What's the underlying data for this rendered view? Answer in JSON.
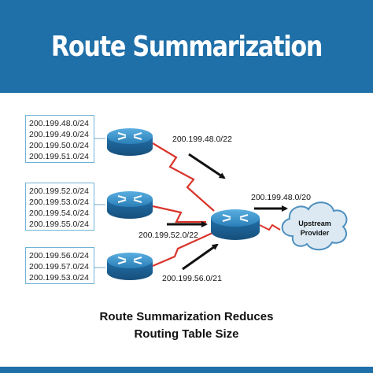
{
  "title": "Route Summarization",
  "route_groups": [
    {
      "routes": [
        "200.199.48.0/24",
        "200.199.49.0/24",
        "200.199.50.0/24",
        "200.199.51.0/24"
      ]
    },
    {
      "routes": [
        "200.199.52.0/24",
        "200.199.53.0/24",
        "200.199.54.0/24",
        "200.199.55.0/24"
      ]
    },
    {
      "routes": [
        "200.199.56.0/24",
        "200.199.57.0/24",
        "200.199.53.0/24"
      ]
    }
  ],
  "summary_labels": {
    "top": "200.199.48.0/22",
    "middle": "200.199.52.0/22",
    "bottom": "200.199.56.0/21",
    "upstream": "200.199.48.0/20"
  },
  "cloud": {
    "line1": "Upstream",
    "line2": "Provider"
  },
  "caption": {
    "line1": "Route Summarization Reduces",
    "line2": "Routing Table Size"
  },
  "colors": {
    "brand": "#1f6fa8",
    "link": "#d9342b",
    "router": "#2a7fb8",
    "box_border": "#6fb3d6"
  }
}
